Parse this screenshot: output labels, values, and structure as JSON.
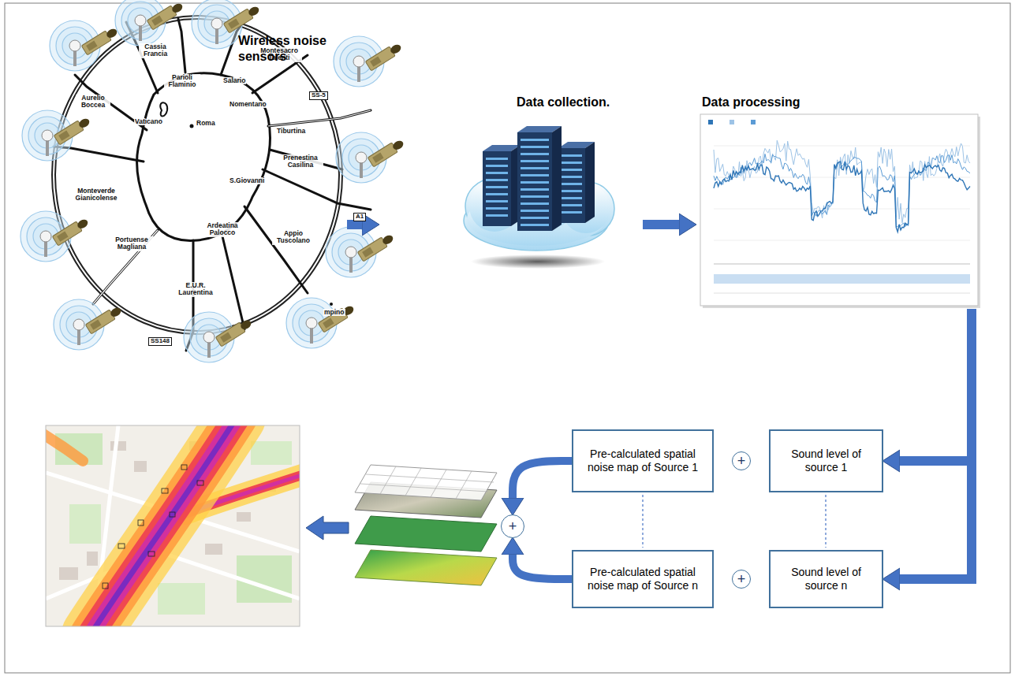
{
  "diagram": {
    "nodes": [
      {
        "text": [
          "Wireless noise sensors"
        ]
      },
      {
        "text": [
          "Data collection."
        ]
      },
      {
        "text": [
          "Data processing"
        ]
      },
      {
        "text": [
          "Pre-calculated spatial noise map of Source 1"
        ]
      },
      {
        "text": [
          "+"
        ]
      },
      {
        "text": [
          "Sound level of source 1"
        ]
      },
      {
        "text": [
          "Pre-calculated spatial noise map of Source n"
        ]
      },
      {
        "text": [
          "+"
        ]
      },
      {
        "text": [
          "Sound level of source n"
        ]
      },
      {
        "text": [
          "+"
        ]
      }
    ],
    "edges": [
      {
        "from": 0,
        "to": 1,
        "arrow": "to"
      },
      {
        "from": 1,
        "to": 2,
        "arrow": "to"
      },
      {
        "from": 2,
        "to": 5,
        "arrow": "to"
      },
      {
        "from": 2,
        "to": 8,
        "arrow": "to"
      },
      {
        "from": 3,
        "to": 9,
        "arrow": "to"
      },
      {
        "from": 6,
        "to": 9,
        "arrow": "to"
      }
    ],
    "labels": [
      "Cassia Francia",
      "Parioli Flaminio",
      "Salario",
      "Montesacro Talenti",
      "Aurelio Boccea",
      "Vaticano",
      "Roma",
      "Nomentano",
      "Tiburtina",
      "Prenestina Casilina",
      "Monteverde Gianicolense",
      "S.Giovanni",
      "Portuense Magliana",
      "Ardeatina Palocco",
      "Appio Tuscolano",
      "E.U.R. Laurentina",
      "A1",
      "SS148",
      "SS-5",
      "mpino"
    ]
  }
}
